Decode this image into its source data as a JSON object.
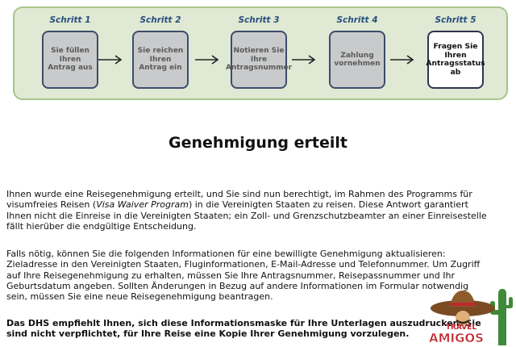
{
  "steps": [
    {
      "title": "Schritt 1",
      "label": "Sie füllen Ihren Antrag aus"
    },
    {
      "title": "Schritt 2",
      "label": "Sie reichen Ihren Antrag ein"
    },
    {
      "title": "Schritt 3",
      "label": "Notieren Sie Ihre Antragsnummer"
    },
    {
      "title": "Schritt 4",
      "label": "Zahlung vornehmen"
    },
    {
      "title": "Schritt 5",
      "label": "Fragen Sie Ihren Antragsstatus ab"
    }
  ],
  "heading": "Genehmigung erteilt",
  "para1": {
    "before": "Ihnen wurde eine Reisegenehmigung erteilt, und Sie sind nun berechtigt, im Rahmen des Programms für visumfreies Reisen (",
    "italic": "Visa Waiver Program",
    "after": ") in die Vereinigten Staaten zu reisen. Diese Antwort garantiert Ihnen nicht die Einreise in die Vereinigten Staaten; ein Zoll- und Grenzschutzbeamter an einer Einreisestelle fällt hierüber die endgültige Entscheidung."
  },
  "para2": "Falls nötig, können Sie die folgenden Informationen für eine bewilligte Genehmigung aktualisieren: Zieladresse in den Vereinigten Staaten, Fluginformationen, E-Mail-Adresse und Telefonnummer. Um Zugriff auf Ihre Reisegenehmigung zu erhalten, müssen Sie Ihre Antragsnummer, Reisepassnummer und Ihr Geburtsdatum angeben. Sollten Änderungen in Bezug auf andere Informationen im Formular notwendig sein, müssen Sie eine neue Reisegenehmigung beantragen.",
  "para3": "Das DHS empfiehlt Ihnen, sich diese Informationsmaske für Ihre Unterlagen auszudrucken. Sie sind nicht verpflichtet, für Ihre Reise eine Kopie Ihrer Genehmigung vorzulegen.",
  "logo": {
    "line1": "TRAVEL",
    "line2": "AMIGOS"
  },
  "icons": {
    "arrow": "right-arrow-icon",
    "logo": "travel-amigos-logo"
  },
  "colors": {
    "panel_bg": "#dfe9d3",
    "panel_border": "#a9c48c",
    "step_title": "#2a4f7f",
    "box_inactive": "#c9cacb",
    "box_border": "#3d4c6d",
    "logo_red": "#c0272d"
  }
}
